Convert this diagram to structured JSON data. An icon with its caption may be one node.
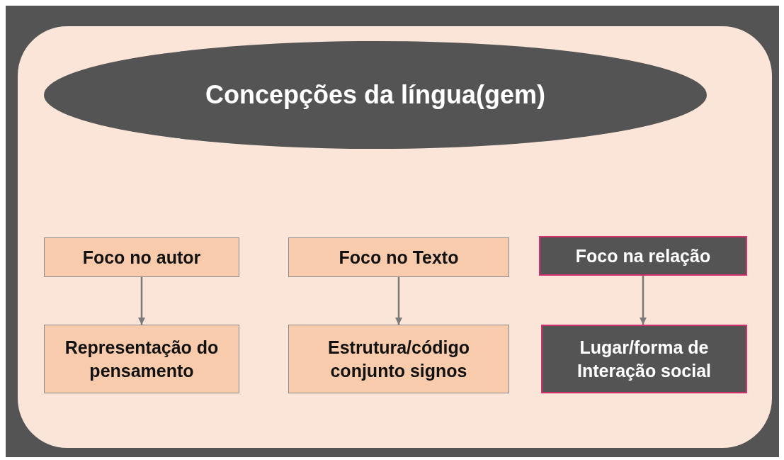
{
  "diagram": {
    "nodes": [
      {
        "text": [],
        "shape": "box"
      },
      {
        "text": [
          "Concepções da língua(gem)"
        ],
        "in": 0
      },
      {
        "text": [
          "Foco no autor"
        ],
        "in": 0
      },
      {
        "text": [
          "Foco no Texto"
        ],
        "in": 0
      },
      {
        "text": [
          "Foco na relação"
        ],
        "in": 0
      },
      {
        "text": [
          "Representação do pensamento"
        ],
        "in": 0
      },
      {
        "text": [
          "Estrutura/código conjunto signos"
        ],
        "in": 0
      },
      {
        "text": [
          "Lugar/forma de Interação social"
        ],
        "in": 0
      }
    ],
    "edges": [
      {
        "from": 2,
        "to": 5,
        "arrow": "to"
      },
      {
        "from": 3,
        "to": 6,
        "arrow": "to"
      },
      {
        "from": 4,
        "to": 7,
        "arrow": "to"
      }
    ]
  }
}
